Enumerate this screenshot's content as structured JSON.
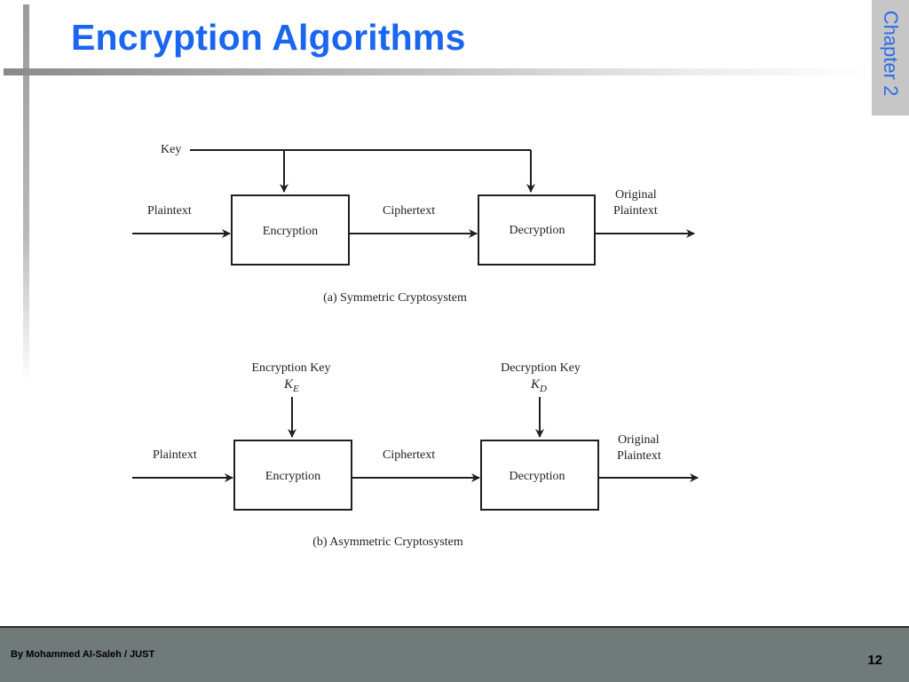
{
  "slide": {
    "title": "Encryption Algorithms",
    "chapter_tab": "Chapter 2",
    "footer_author": "By Mohammed Al-Saleh / JUST",
    "page_number": "12"
  },
  "colors": {
    "title": "#1a66f0",
    "chapter_text": "#2a6ce8",
    "chapter_tab_bg": "#c6c6c6",
    "footer_bg": "#707a78"
  },
  "diagram_a": {
    "key_label": "Key",
    "input_label": "Plaintext",
    "encrypt_box": "Encryption",
    "middle_label": "Ciphertext",
    "decrypt_box": "Decryption",
    "output_label_line1": "Original",
    "output_label_line2": "Plaintext",
    "caption": "(a) Symmetric Cryptosystem"
  },
  "diagram_b": {
    "enc_key_label": "Encryption Key",
    "enc_key_symbol": "K",
    "enc_key_subscript": "E",
    "dec_key_label": "Decryption Key",
    "dec_key_symbol": "K",
    "dec_key_subscript": "D",
    "input_label": "Plaintext",
    "encrypt_box": "Encryption",
    "middle_label": "Ciphertext",
    "decrypt_box": "Decryption",
    "output_label_line1": "Original",
    "output_label_line2": "Plaintext",
    "caption": "(b) Asymmetric Cryptosystem"
  }
}
